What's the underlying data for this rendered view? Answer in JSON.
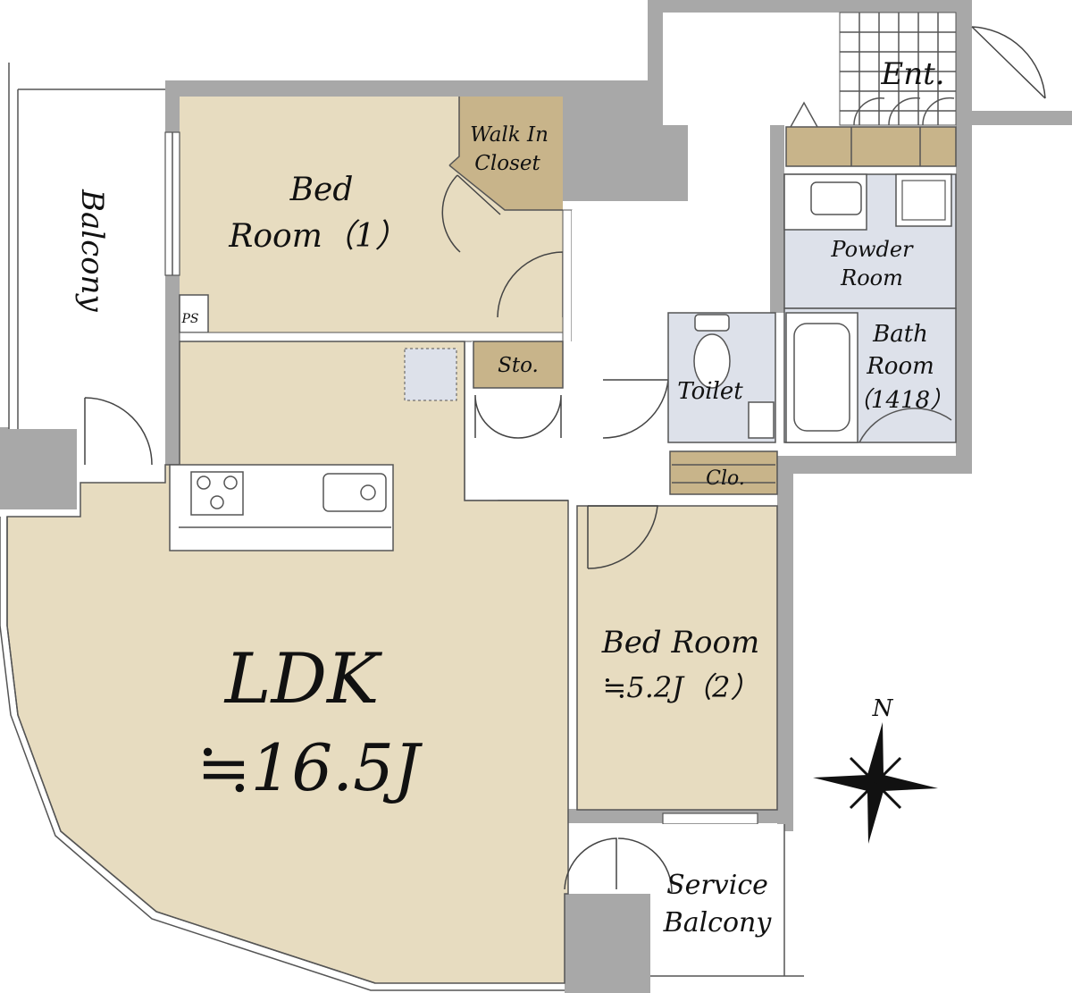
{
  "rooms": {
    "balcony": "Balcony",
    "bedroom1_line1": "Bed",
    "bedroom1_line2": "Room（1）",
    "walkin_line1": "Walk In",
    "walkin_line2": "Closet",
    "ps": "PS",
    "storage": "Sto.",
    "entrance": "Ent.",
    "powder_line1": "Powder",
    "powder_line2": "Room",
    "bath_line1": "Bath",
    "bath_line2": "Room",
    "bath_line3": "（1418）",
    "toilet": "Toilet",
    "closet": "Clo.",
    "bedroom2_line1": "Bed Room",
    "bedroom2_line2": "≒5.2J（2）",
    "ldk_line1": "LDK",
    "ldk_line2": "≒16.5J",
    "service_line1": "Service",
    "service_line2": "Balcony"
  },
  "compass": {
    "north": "N"
  },
  "colors": {
    "wall": "#a8a8a8",
    "room_floor": "#e7dcc0",
    "closet_floor": "#c8b48a",
    "wet_area": "#dde1ea",
    "tile": "#ffffff",
    "outline": "#555555"
  }
}
